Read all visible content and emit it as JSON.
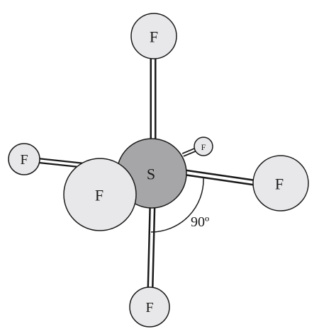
{
  "molecule": {
    "central_atom": {
      "label": "S",
      "color": "#a6a6a8"
    },
    "ligand_color": "#e8e8ea",
    "ligands": [
      {
        "id": "top",
        "label": "F"
      },
      {
        "id": "right",
        "label": "F"
      },
      {
        "id": "bottom",
        "label": "F"
      },
      {
        "id": "left-back",
        "label": "F"
      },
      {
        "id": "front",
        "label": "F"
      },
      {
        "id": "back-small",
        "label": "F"
      }
    ]
  },
  "angle": {
    "label": "90º"
  }
}
